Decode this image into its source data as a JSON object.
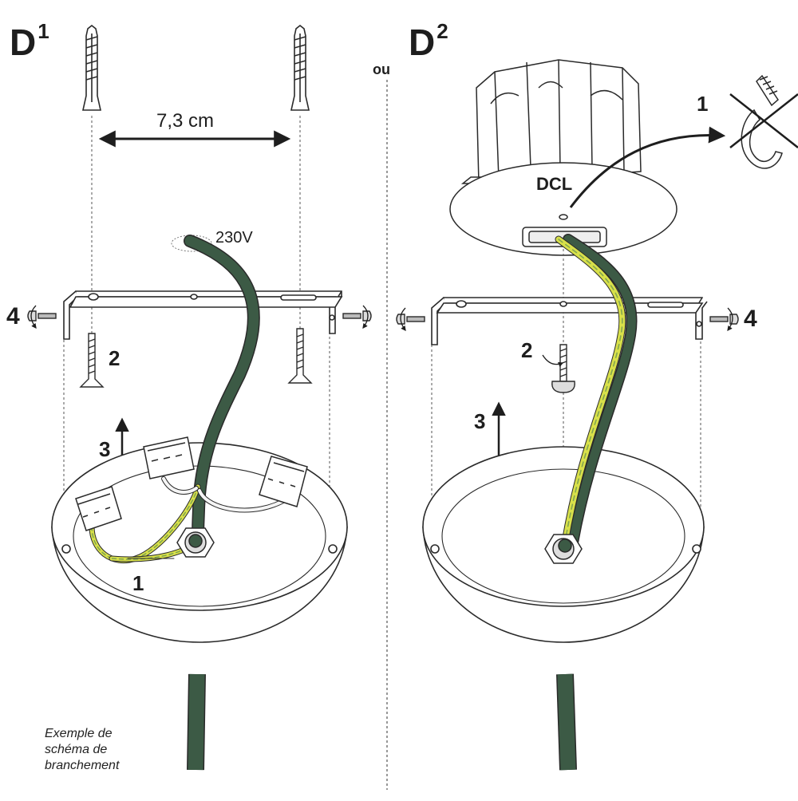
{
  "panels": {
    "d1": {
      "letter": "D",
      "index": "1"
    },
    "d2": {
      "letter": "D",
      "index": "2"
    }
  },
  "separator_label": "ou",
  "d1_labels": {
    "distance": "7,3 cm",
    "voltage": "230V",
    "step_1": "1",
    "step_2": "2",
    "step_3": "3",
    "step_4": "4"
  },
  "d2_labels": {
    "box": "DCL",
    "step_1": "1",
    "step_2": "2",
    "step_3": "3",
    "step_4": "4"
  },
  "caption": {
    "line1": "Exemple de",
    "line2": "schéma de",
    "line3": "branchement"
  },
  "colors": {
    "line": "#2a2a2a",
    "cable": "#3c5a45",
    "earth_yellow": "#d8e04a",
    "earth_green": "#7fa350",
    "dashed": "#555555",
    "background": "#ffffff"
  },
  "icons": [
    "wall-plug-icon",
    "screw-icon",
    "hook-icon",
    "connector-block-icon",
    "cable-gland-icon",
    "rotate-arrow-icon"
  ]
}
